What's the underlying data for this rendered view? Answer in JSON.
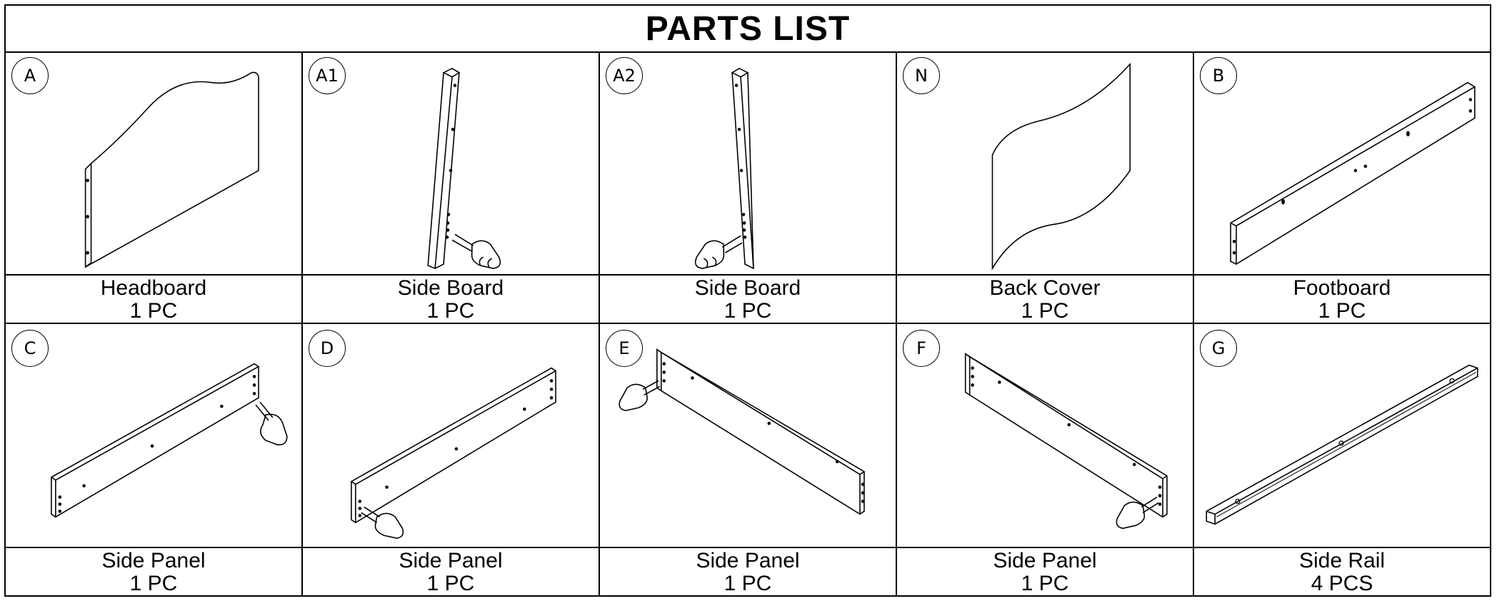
{
  "title": "PARTS LIST",
  "parts": [
    {
      "id": "A",
      "name": "Headboard",
      "qty": "1 PC"
    },
    {
      "id": "A1",
      "name": "Side Board",
      "qty": "1 PC"
    },
    {
      "id": "A2",
      "name": "Side Board",
      "qty": "1 PC"
    },
    {
      "id": "N",
      "name": "Back Cover",
      "qty": "1 PC"
    },
    {
      "id": "B",
      "name": "Footboard",
      "qty": "1 PC"
    },
    {
      "id": "C",
      "name": "Side Panel",
      "qty": "1 PC"
    },
    {
      "id": "D",
      "name": "Side Panel",
      "qty": "1 PC"
    },
    {
      "id": "E",
      "name": "Side Panel",
      "qty": "1 PC"
    },
    {
      "id": "F",
      "name": "Side Panel",
      "qty": "1 PC"
    },
    {
      "id": "G",
      "name": "Side Rail",
      "qty": "4 PCS"
    }
  ]
}
